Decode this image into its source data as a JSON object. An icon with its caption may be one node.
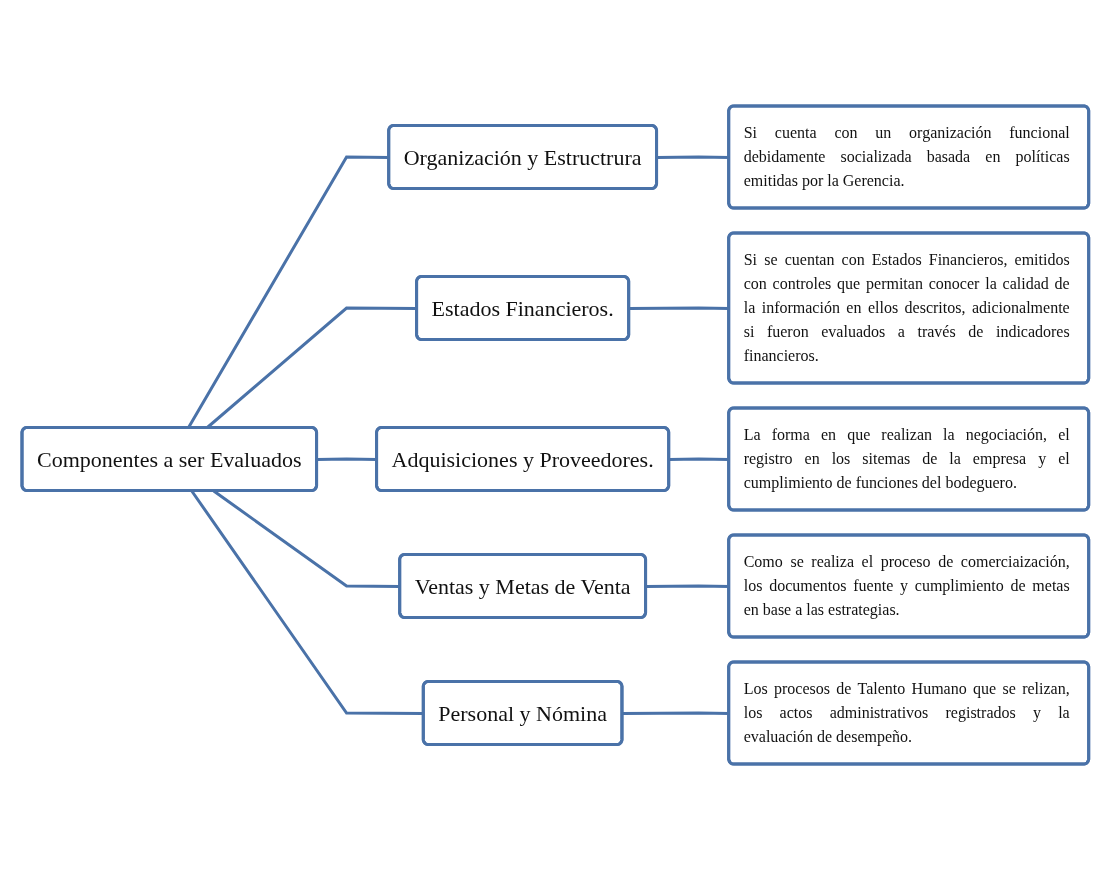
{
  "diagram": {
    "nodes": [
      {
        "text": [
          "Componentes a ser Evaluados"
        ]
      },
      {
        "text": [
          "Organización y Estructrura"
        ]
      },
      {
        "text": [
          "Si cuenta con un organización funcional debidamente socializada basada en políticas emitidas por la Gerencia."
        ]
      },
      {
        "text": [
          "Estados Financieros."
        ]
      },
      {
        "text": [
          "Si se cuentan con Estados Financieros, emitidos con controles que permitan conocer la calidad de la información en ellos descritos, adicionalmente si fueron evaluados a través de indicadores financieros."
        ]
      },
      {
        "text": [
          "Adquisiciones y Proveedores."
        ]
      },
      {
        "text": [
          "La forma en que realizan la negociación, el registro en los sitemas de la empresa y el cumplimiento de funciones del bodeguero."
        ]
      },
      {
        "text": [
          "Ventas y Metas de Venta"
        ]
      },
      {
        "text": [
          "Como se realiza el proceso de comerciaización, los documentos fuente y cumplimiento de metas en base a las estrategias."
        ]
      },
      {
        "text": [
          "Personal y Nómina"
        ]
      },
      {
        "text": [
          "Los procesos de Talento Humano que se relizan, los actos administrativos registrados y la evaluación de desempeño."
        ]
      }
    ],
    "edges": [
      {
        "from": 0,
        "to": 1,
        "arrow": "none"
      },
      {
        "from": 1,
        "to": 2,
        "arrow": "none"
      },
      {
        "from": 0,
        "to": 3,
        "arrow": "none"
      },
      {
        "from": 3,
        "to": 4,
        "arrow": "none"
      },
      {
        "from": 0,
        "to": 5,
        "arrow": "none"
      },
      {
        "from": 5,
        "to": 6,
        "arrow": "none"
      },
      {
        "from": 0,
        "to": 7,
        "arrow": "none"
      },
      {
        "from": 7,
        "to": 8,
        "arrow": "none"
      },
      {
        "from": 0,
        "to": 9,
        "arrow": "none"
      },
      {
        "from": 9,
        "to": 10,
        "arrow": "none"
      }
    ]
  }
}
